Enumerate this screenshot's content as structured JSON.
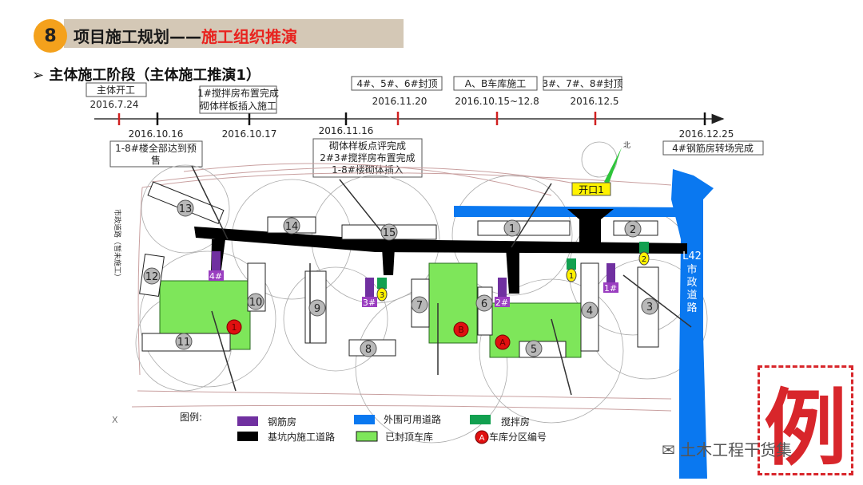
{
  "header": {
    "number": "8",
    "title_black": "项目施工规划——",
    "title_red": "施工组织推演"
  },
  "subtitle": "➢ 主体施工阶段（主体施工推演1）",
  "timeline": {
    "above": [
      {
        "box": "主体开工",
        "date": "2016.7.24"
      },
      {
        "box_lines": [
          "1#搅拌房布置完成",
          "砌体样板插入施工"
        ]
      },
      {
        "box": "4#、5#、6#封顶",
        "date": "2016.11.20"
      },
      {
        "box": "A、B车库施工",
        "date": "2016.10.15~12.8"
      },
      {
        "box": "3#、7#、8#封顶",
        "date": "2016.12.5"
      }
    ],
    "below": [
      {
        "date": "2016.10.16",
        "box_lines": [
          "1-8#楼全部达到预",
          "售"
        ]
      },
      {
        "date": "2016.10.17"
      },
      {
        "date": "2016.11.16",
        "box_lines": [
          "砌体样板点评完成",
          "2#3#搅拌房布置完成",
          "1-8#楼砌体插入"
        ]
      },
      {
        "date": "2016.12.25",
        "box": "4#钢筋房转场完成"
      }
    ]
  },
  "plan": {
    "north": "北",
    "gate": "开口1",
    "east_road": [
      "L42",
      "市",
      "政",
      "道",
      "路"
    ],
    "west_road": "市政道路（暂未施工）",
    "buildings": [
      "13",
      "14",
      "15",
      "1",
      "2",
      "12",
      "10",
      "9",
      "7",
      "6",
      "4",
      "3",
      "11",
      "8",
      "5"
    ],
    "garages": [
      "1",
      "B",
      "A"
    ],
    "rebar_sheds": [
      "4#",
      "3#",
      "2#",
      "1#"
    ],
    "mixers": [
      "3",
      "1",
      "2"
    ],
    "x_mark": "X"
  },
  "legend": {
    "title": "图例:",
    "items": [
      {
        "label": "钢筋房",
        "color": "#7030a0"
      },
      {
        "label": "外围可用道路",
        "color": "#0a78f0"
      },
      {
        "label": "搅拌房",
        "color": "#12a050"
      },
      {
        "label": "基坑内施工道路",
        "color": "#000000"
      },
      {
        "label": "已封顶车库",
        "color": "#7ee65a"
      },
      {
        "label": "车库分区编号",
        "symbol": "A",
        "color": "#e01010"
      }
    ]
  },
  "watermark": "例",
  "wechat": "土木工程干货集"
}
